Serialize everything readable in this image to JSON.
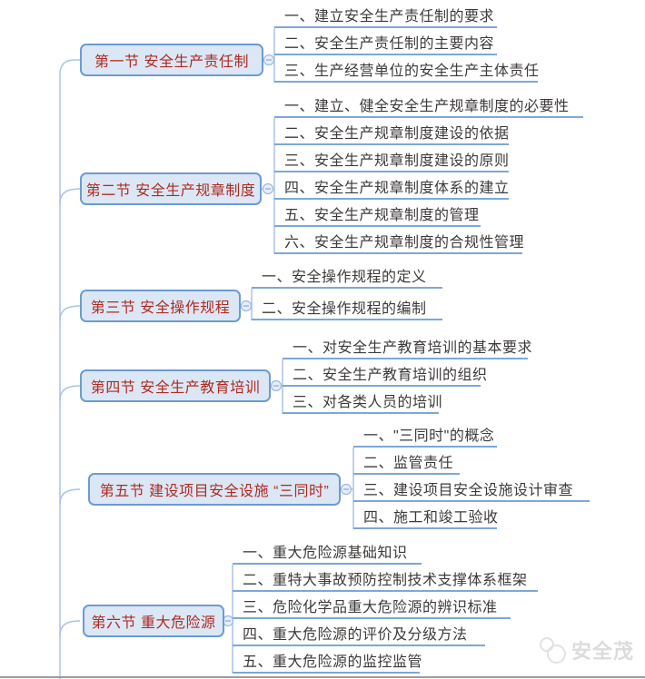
{
  "page": {
    "background": "#ffffff"
  },
  "colors": {
    "node_fill": "#dbe7f5",
    "node_border": "#6c9bd2",
    "node_text": "#b02a20",
    "child_text": "#3d3a39",
    "underline": "#7da7d8",
    "connector": "#a9c4e6",
    "divider": "#9b9b9b"
  },
  "icons": {
    "collapse_handle": "minus-circle",
    "watermark_logo": "mascot-circles"
  },
  "sections": [
    {
      "title": "第一节 安全生产责任制",
      "children": [
        "一、建立安全生产责任制的要求",
        "二、安全生产责任制的主要内容",
        "三、生产经营单位的安全生产主体责任"
      ]
    },
    {
      "title": "第二节 安全生产规章制度",
      "children": [
        "一、建立、健全安全生产规章制度的必要性",
        "二、安全生产规章制度建设的依据",
        "三、安全生产规章制度建设的原则",
        "四、安全生产规章制度体系的建立",
        "五、安全生产规章制度的管理",
        "六、安全生产规章制度的合规性管理"
      ]
    },
    {
      "title": "第三节 安全操作规程",
      "children": [
        "一、安全操作规程的定义",
        "二、安全操作规程的编制"
      ]
    },
    {
      "title": "第四节 安全生产教育培训",
      "children": [
        "一、对安全生产教育培训的基本要求",
        "二、安全生产教育培训的组织",
        "三、对各类人员的培训"
      ]
    },
    {
      "title": "第五节 建设项目安全设施 “三同时”",
      "children": [
        "一、\"三同时\"的概念",
        "二、监管责任",
        "三、建设项目安全设施设计审查",
        "四、施工和竣工验收"
      ]
    },
    {
      "title": "第六节 重大危险源",
      "children": [
        "一、重大危险源基础知识",
        "二、重特大事故预防控制技术支撑体系框架",
        "三、危险化学品重大危险源的辨识标准",
        "四、重大危险源的评价及分级方法",
        "五、重大危险源的监控监管"
      ]
    }
  ],
  "watermark": {
    "brand": "安全茂"
  }
}
